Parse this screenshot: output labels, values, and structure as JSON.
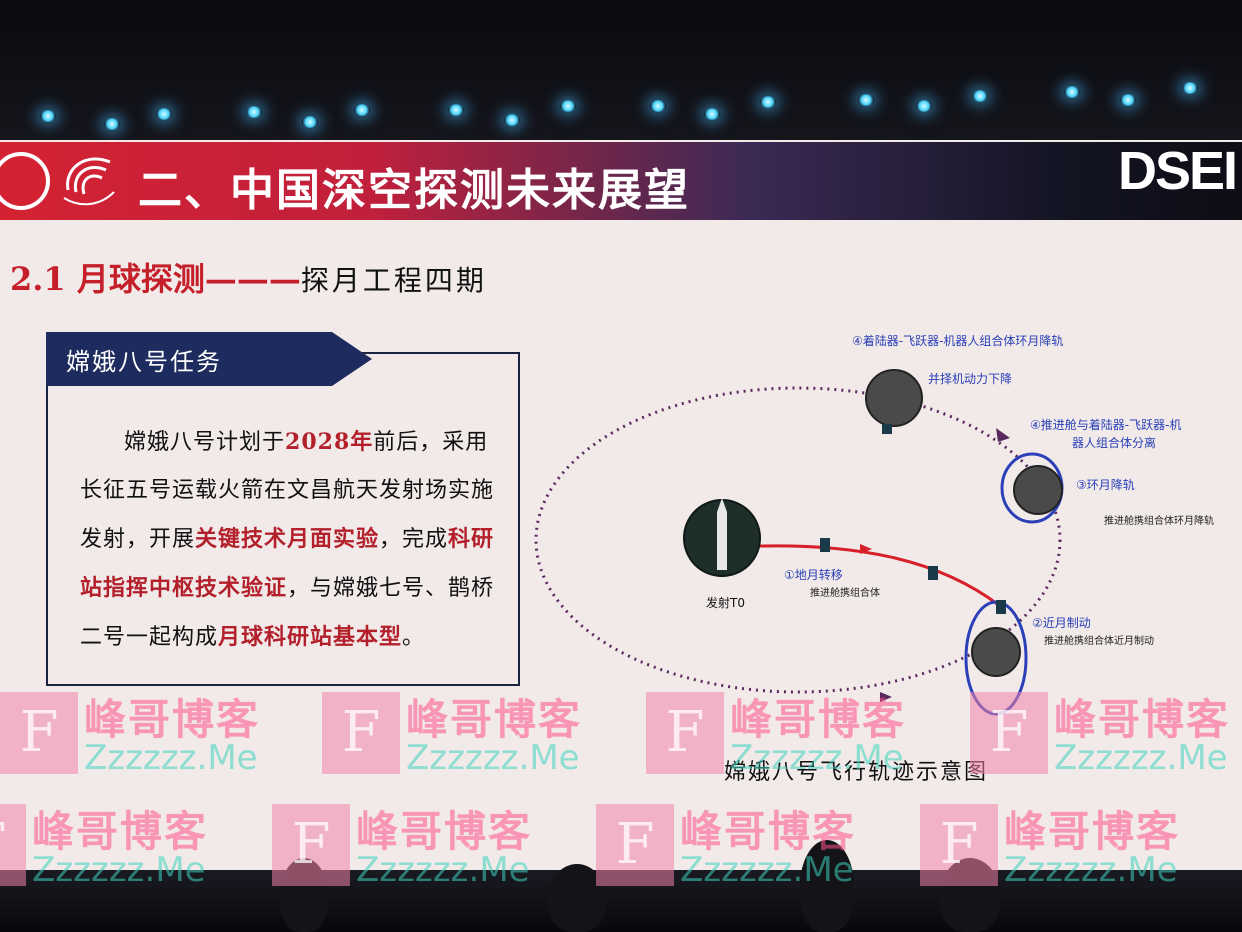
{
  "header": {
    "title": "二、中国深空探测未来展望",
    "brand": "DSEI"
  },
  "section": {
    "number": "2.1",
    "title": "月球探测",
    "dash": "———",
    "subtitle": "探月工程四期"
  },
  "mission": {
    "tab_title": "嫦娥八号任务",
    "text_1": "嫦娥八号计划于",
    "year": "2028年",
    "text_2": "前后，采用长征五号运载火箭在文昌航天发射场实施发射，开展",
    "highlight_1": "关键技术月面实验",
    "text_3": "，完成",
    "highlight_2": "科研站指挥中枢技术验证",
    "text_4": "，与嫦娥七号、鹊桥二号一起构成",
    "highlight_3": "月球科研站基本型",
    "text_5": "。"
  },
  "diagram": {
    "caption": "嫦娥八号飞行轨迹示意图",
    "launch_label": "发射T0",
    "step1": "①地月转移",
    "step1_sub": "推进舱携组合体",
    "step2": "②近月制动",
    "step2_sub": "推进舱携组合体近月制动",
    "step3": "③环月降轨",
    "step3_sub": "推进舱携组合体环月降轨",
    "step4": "④推进舱与着陆器-飞跃器-机器人组合体分离",
    "step4_line1": "④推进舱与着陆器-飞跃器-机",
    "step4_line2": "器人组合体分离",
    "step5": "④着陆器-飞跃器-机器人组合体环月降轨",
    "step5_sub": "并择机动力下降",
    "colors": {
      "path": "#d8202a",
      "orbit": "#5a2a5e",
      "moon_orbit": "#2a3fb8",
      "label": "#2a3fb8"
    }
  },
  "watermark": {
    "letter": "F",
    "cn": "峰哥博客",
    "en": "Zzzzzz.Me"
  }
}
